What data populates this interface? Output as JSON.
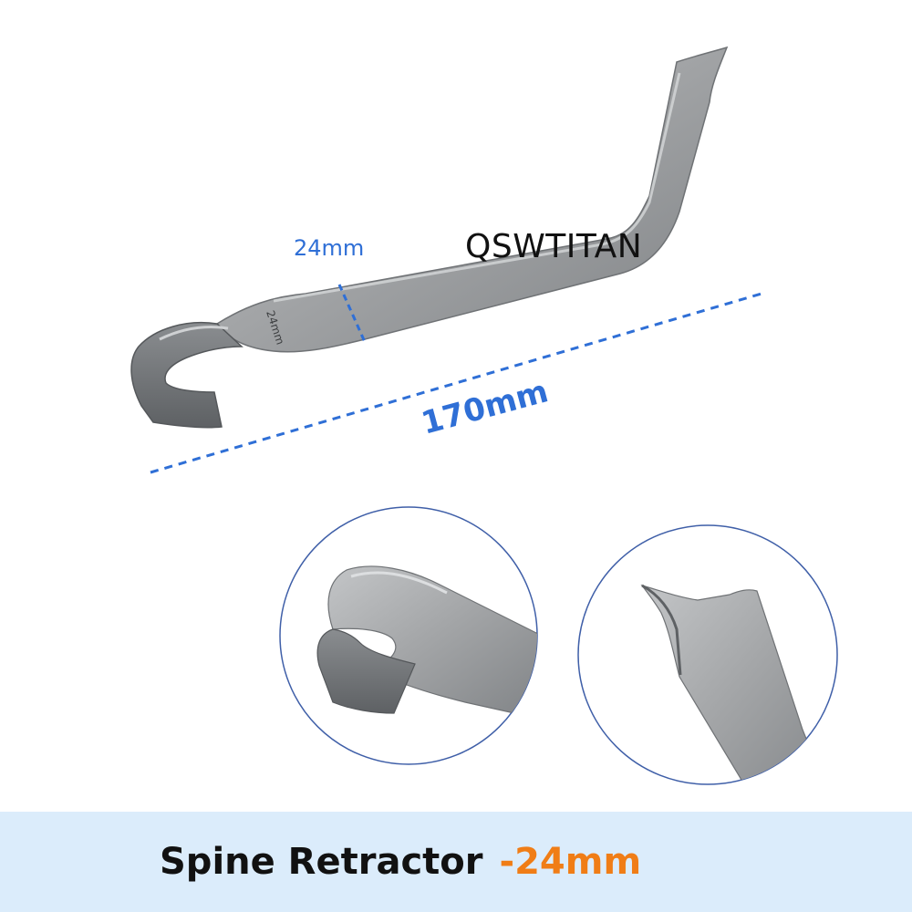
{
  "brand": "QSWTITAN",
  "dimensions": {
    "width_label": "24mm",
    "engraving": "24mm",
    "length_label": "170mm"
  },
  "footer": {
    "title": "Spine Retractor",
    "subtitle": "-24mm"
  },
  "colors": {
    "measure_blue": "#2f6fd6",
    "accent_orange": "#f07d16",
    "footer_bg": "#dbecfb",
    "steel": "#9ea1a4"
  }
}
